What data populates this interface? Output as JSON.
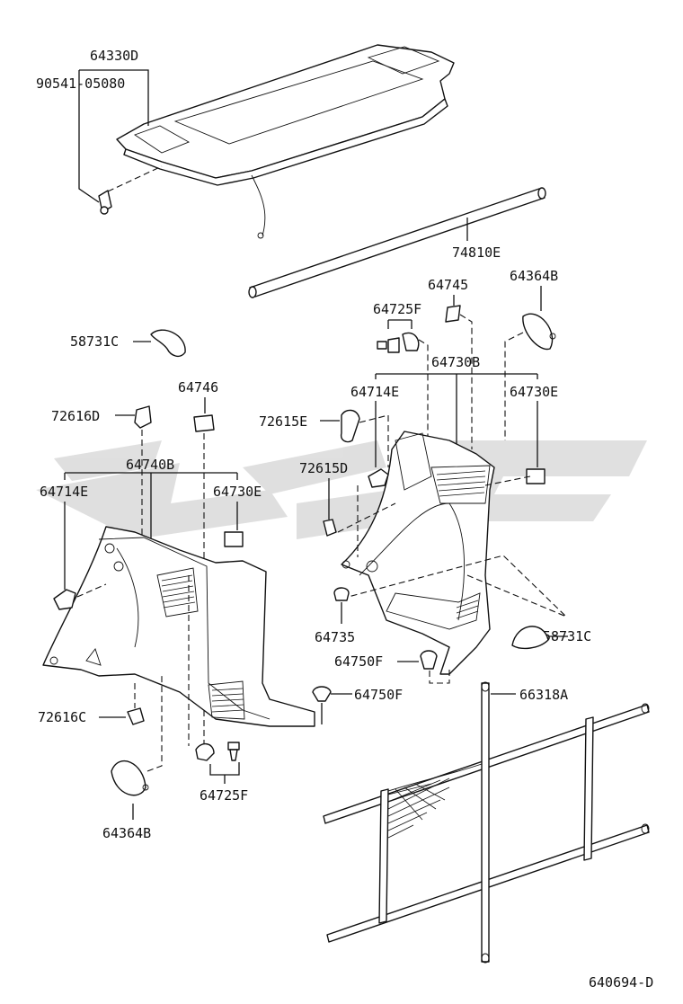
{
  "diagram_id": "640694-D",
  "watermark": {
    "text": "",
    "color": "#bdbdbd"
  },
  "labels": {
    "l64330D": "64330D",
    "l90541": "90541-05080",
    "l74810E": "74810E",
    "l64745": "64745",
    "l64364B_top": "64364B",
    "l64725F_top": "64725F",
    "l58731C_top": "58731C",
    "l64730B": "64730B",
    "l64714E_right": "64714E",
    "l64730E_right": "64730E",
    "l64746": "64746",
    "l72616D": "72616D",
    "l72615E": "72615E",
    "l64740B": "64740B",
    "l72615D": "72615D",
    "l64714E_left": "64714E",
    "l64730E_left": "64730E",
    "l64735": "64735",
    "l58731C_bottom": "58731C",
    "l64750F_right": "64750F",
    "l64750F_left": "64750F",
    "l66318A": "66318A",
    "l72616C": "72616C",
    "l64725F_bottom": "64725F",
    "l64364B_bottom": "64364B"
  }
}
